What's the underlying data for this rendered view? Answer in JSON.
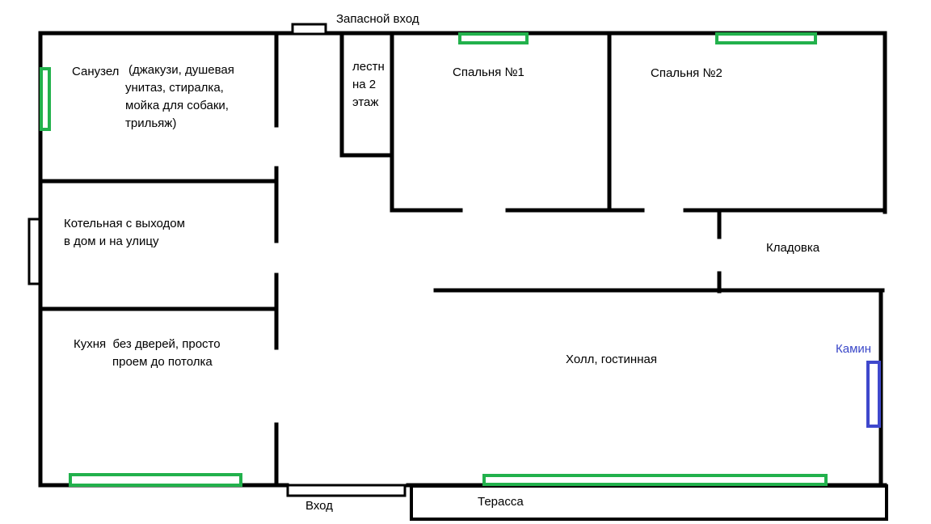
{
  "labels": {
    "spare_entrance": "Запасной вход",
    "bathroom_name": "Санузел",
    "bathroom_desc": [
      "(джакузи, душевая",
      "унитаз, стиралка,",
      "мойка для собаки,",
      "трильяж)"
    ],
    "stairs": [
      "лестн",
      "на 2",
      "этаж"
    ],
    "bedroom1": "Спальня №1",
    "bedroom2": "Спальня №2",
    "boiler": [
      "Котельная с выходом",
      "в дом и на улицу"
    ],
    "storage": "Кладовка",
    "kitchen": [
      "Кухня  без дверей, просто",
      "проем до потолка"
    ],
    "hall": "Холл, гостинная",
    "fireplace": "Камин",
    "entrance": "Вход",
    "terrace": "Терасса"
  },
  "colors": {
    "walls": "#000000",
    "windows": "#22b14c",
    "fireplace": "#3f48cc"
  }
}
